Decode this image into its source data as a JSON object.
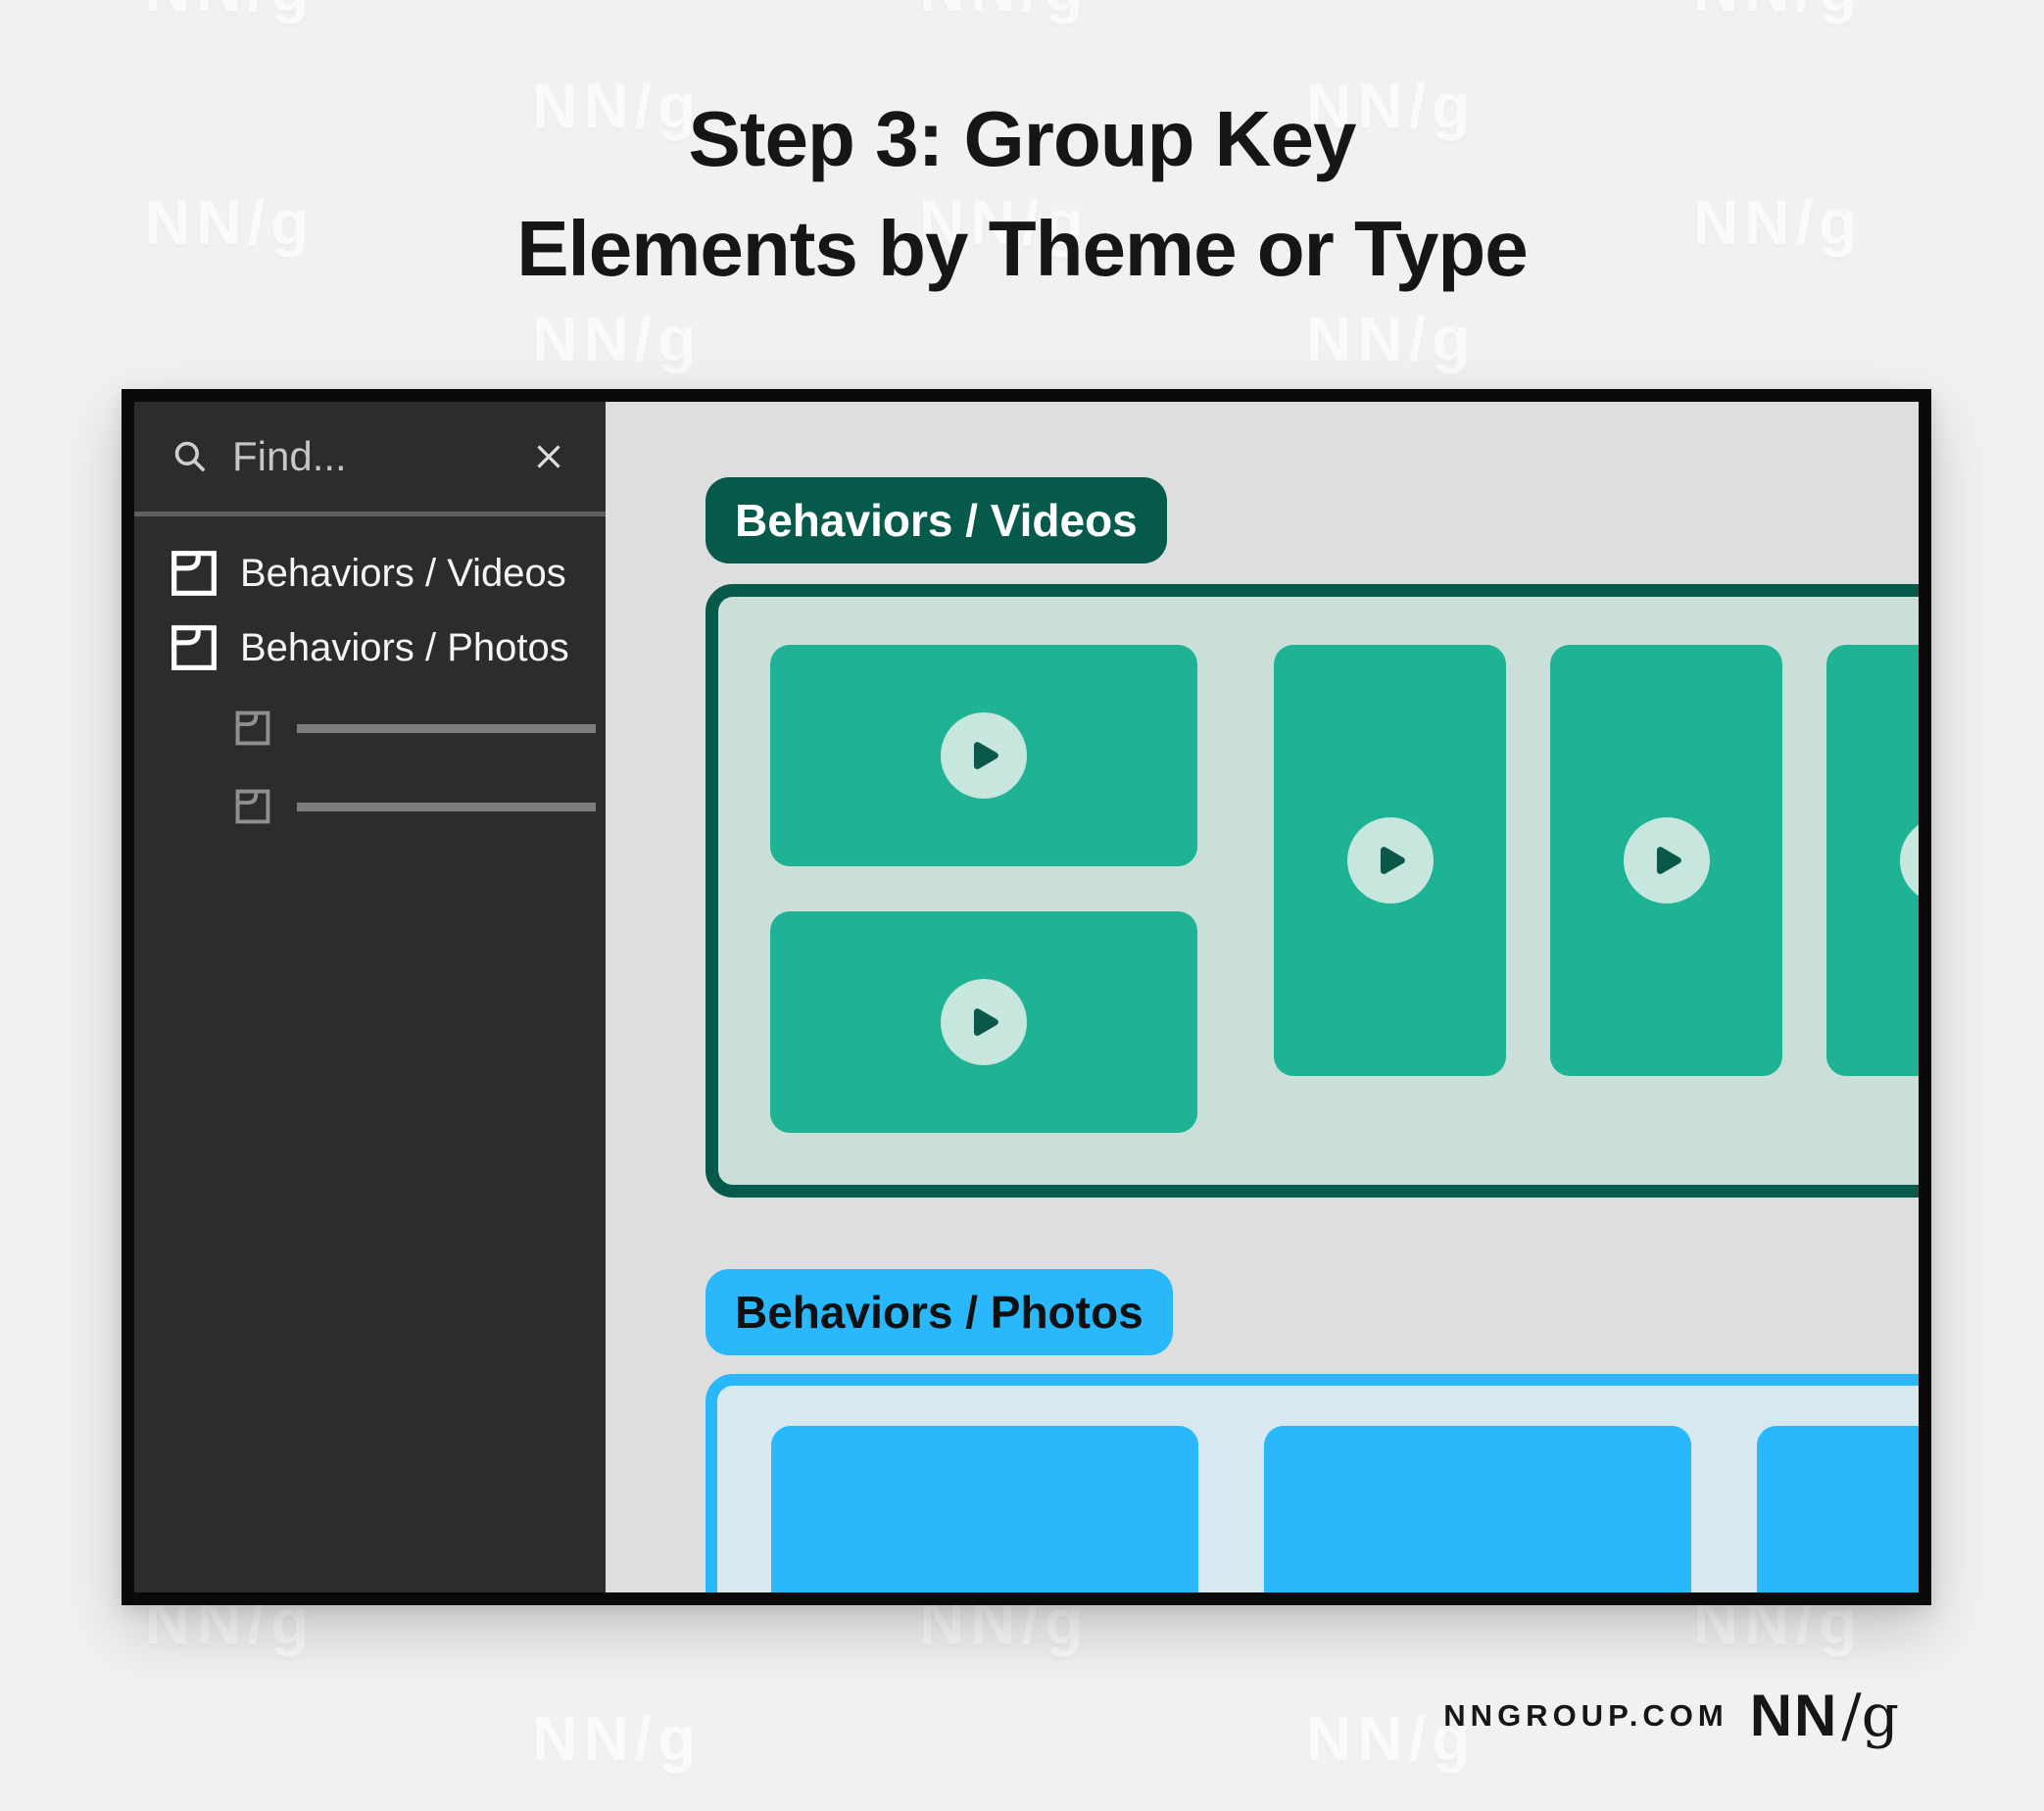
{
  "page": {
    "watermark_text": "NN/g"
  },
  "title": {
    "line1": "Step 3: Group Key",
    "line2": "Elements by Theme or Type"
  },
  "app_window": {
    "sidebar": {
      "search": {
        "placeholder": "Find...",
        "magnifier_icon": "magnifier-icon",
        "close_icon": "x-icon"
      },
      "items": [
        {
          "label": "Behaviors / Videos",
          "icon": "section-icon",
          "indent": 0
        },
        {
          "label": "Behaviors / Photos",
          "icon": "section-icon",
          "indent": 0
        },
        {
          "label": "",
          "icon": "section-icon",
          "indent": 1,
          "placeholder_line": true
        },
        {
          "label": "",
          "icon": "section-icon",
          "indent": 1,
          "placeholder_line": true
        }
      ]
    },
    "canvas": {
      "groups": [
        {
          "id": "videos",
          "badge": "Behaviors / Videos",
          "media": "video",
          "badge_color": "#065a4b",
          "container_fill": "#cbdfd9",
          "card_color": "#1db394",
          "cards": [
            {
              "shape": "wide",
              "has_play": true
            },
            {
              "shape": "wide",
              "has_play": true
            },
            {
              "shape": "portrait",
              "has_play": true
            },
            {
              "shape": "portrait",
              "has_play": true
            },
            {
              "shape": "portrait",
              "has_play": true
            }
          ]
        },
        {
          "id": "photos",
          "badge": "Behaviors / Photos",
          "media": "photo",
          "badge_color": "#29b8fb",
          "container_fill": "#d7e8f0",
          "card_color": "#29b8fb",
          "cards": [
            {
              "shape": "photo",
              "has_play": false
            },
            {
              "shape": "photo",
              "has_play": false
            },
            {
              "shape": "photo",
              "has_play": false
            }
          ]
        }
      ]
    }
  },
  "footer": {
    "site": "NNGROUP.COM",
    "logo_nn": "NN",
    "logo_slash_g": "/g"
  },
  "colors": {
    "page_bg": "#f0f1f2",
    "ink": "#161616",
    "window_border": "#0a0a0a",
    "sidebar_bg": "#2b2c2c",
    "main_bg": "#dddedd",
    "dark_green": "#065a4b",
    "green_fill": "#cbdfd9",
    "teal": "#1db394",
    "play_circle": "#c7e7de",
    "play_triangle": "#0a5849",
    "blue": "#29b8fb",
    "blue_fill": "#d7e8f0"
  }
}
